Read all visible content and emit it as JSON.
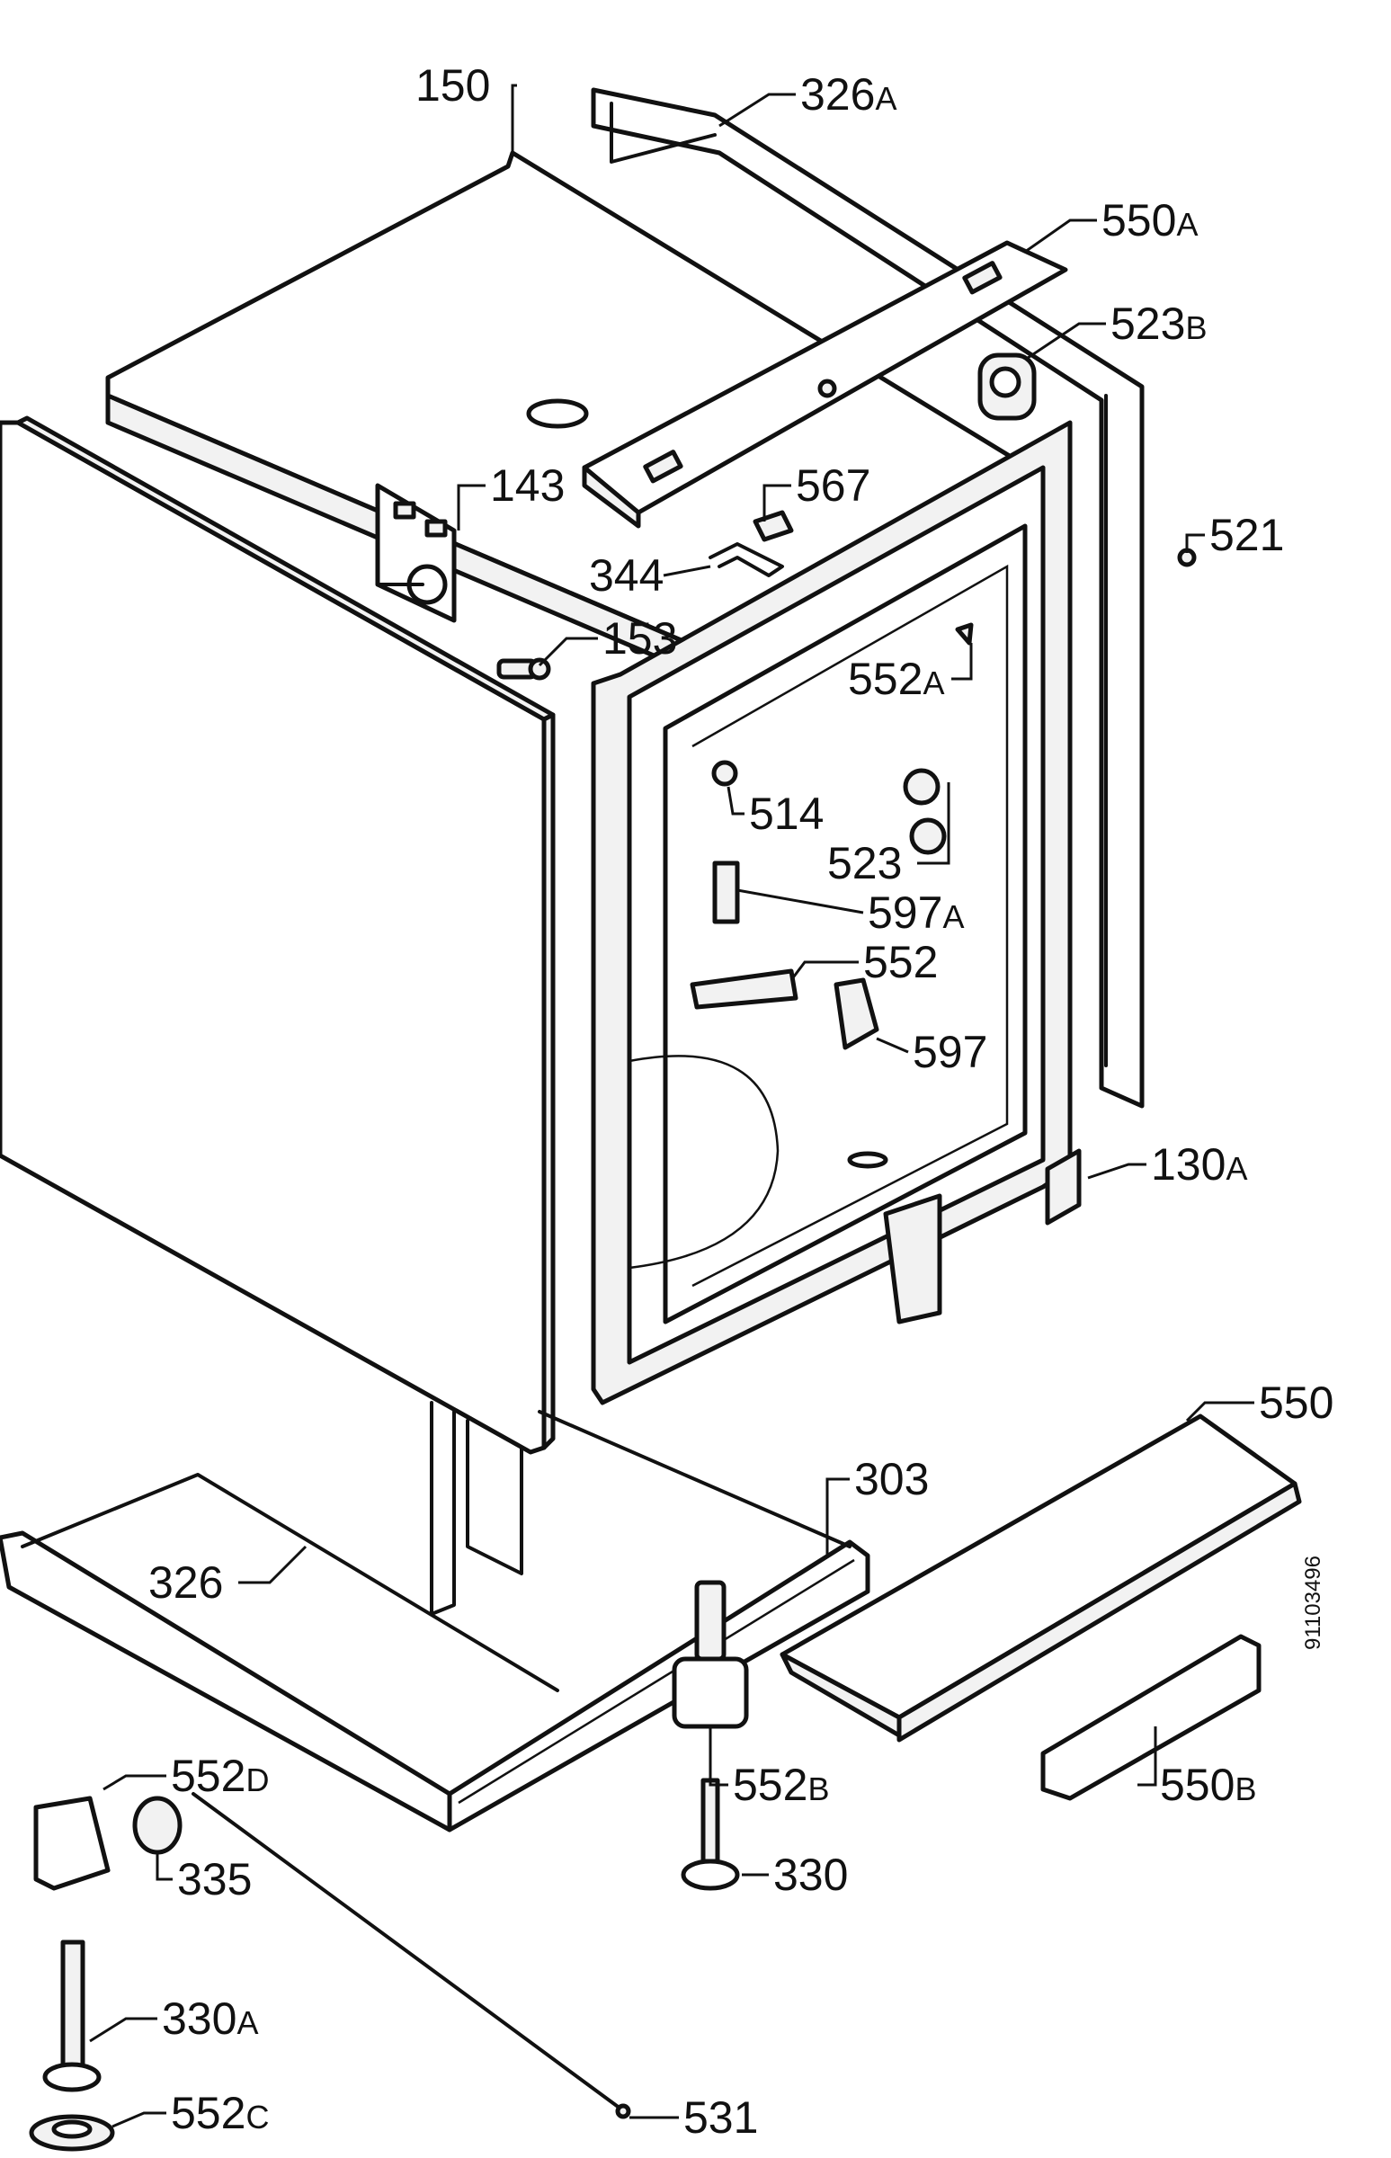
{
  "figure_id": "91103496",
  "callouts": {
    "c150": "150",
    "c326A": "326",
    "c326A_suffix": "A",
    "c550A": "550",
    "c550A_suffix": "A",
    "c523B": "523",
    "c523B_suffix": "B",
    "c143": "143",
    "c567": "567",
    "c521": "521",
    "c344": "344",
    "c153": "153",
    "c552A": "552",
    "c552A_suffix": "A",
    "c514": "514",
    "c523": "523",
    "c597A": "597",
    "c597A_suffix": "A",
    "c552": "552",
    "c597": "597",
    "c130A": "130",
    "c130A_suffix": "A",
    "c550": "550",
    "c303": "303",
    "c326": "326",
    "c552D": "552",
    "c552D_suffix": "D",
    "c552B": "552",
    "c552B_suffix": "B",
    "c550B": "550",
    "c550B_suffix": "B",
    "c335": "335",
    "c330": "330",
    "c330A": "330",
    "c330A_suffix": "A",
    "c531": "531",
    "c552C": "552",
    "c552C_suffix": "C"
  }
}
